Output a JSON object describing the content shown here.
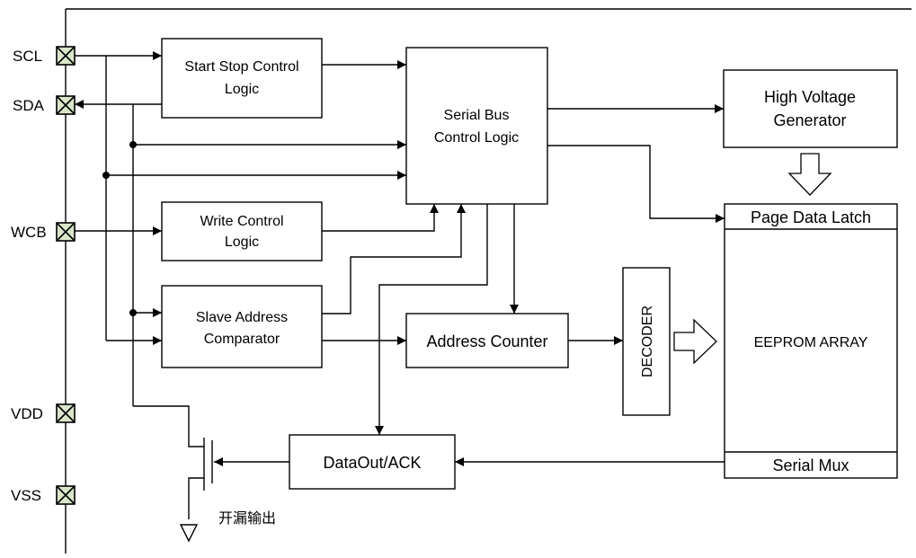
{
  "pins": {
    "scl": "SCL",
    "sda": "SDA",
    "wcb": "WCB",
    "vdd": "VDD",
    "vss": "VSS"
  },
  "blocks": {
    "start_stop": [
      "Start Stop Control",
      "Logic"
    ],
    "serial_bus": [
      "Serial Bus",
      "Control Logic"
    ],
    "high_voltage": [
      "High Voltage",
      "Generator"
    ],
    "write_control": [
      "Write Control",
      "Logic"
    ],
    "slave_address": [
      "Slave Address",
      "Comparator"
    ],
    "address_counter": "Address Counter",
    "decoder": "DECODER",
    "page_data_latch": "Page Data Latch",
    "eeprom_array": "EEPROM ARRAY",
    "serial_mux": "Serial Mux",
    "dataout_ack": "DataOut/ACK"
  },
  "annotation": {
    "open_drain": "开漏输出"
  }
}
